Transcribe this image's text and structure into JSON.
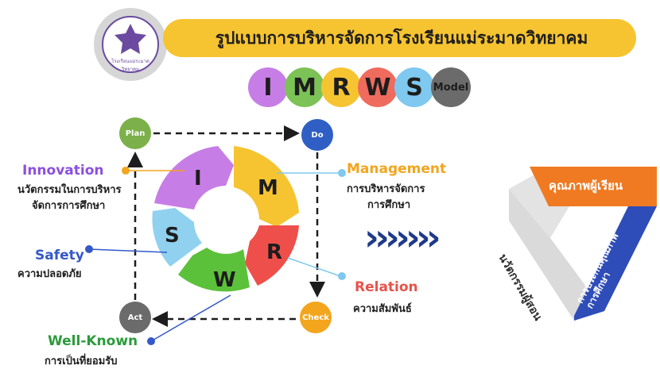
{
  "header": {
    "title": "รูปแบบการบริหารจัดการโรงเรียนแม่ระมาดวิทยาคม",
    "logo_text": "โรงเรียนแม่ระมาดวิทยาคม"
  },
  "model": {
    "letters": [
      {
        "text": "I",
        "color": "#c77de6"
      },
      {
        "text": "M",
        "color": "#f6c431"
      },
      {
        "text": "R",
        "color": "#f6c431"
      },
      {
        "text": "W",
        "color": "#ef6b5e"
      },
      {
        "text": "S",
        "color": "#7fc8ef"
      }
    ],
    "model_label": "Model"
  },
  "pdca": {
    "plan": "Plan",
    "do": "Do",
    "check": "Check",
    "act": "Act"
  },
  "cycle_letters": {
    "i": "I",
    "m": "M",
    "r": "R",
    "w": "W",
    "s": "S"
  },
  "labels": {
    "innovation": {
      "en": "Innovation",
      "th1": "นวัตกรรมในการบริหาร",
      "th2": "จัดการการศึกษา",
      "color": "#8b4fe0"
    },
    "management": {
      "en": "Management",
      "th1": "การบริหารจัดการ",
      "th2": "การศึกษา",
      "color": "#f2a51d"
    },
    "relation": {
      "en": "Relation",
      "th1": "ความสัมพันธ์",
      "color": "#e8524a"
    },
    "safety": {
      "en": "Safety",
      "th1": "ความปลอดภัย",
      "color": "#3458c9"
    },
    "wellknown": {
      "en": "Well-Known",
      "th1": "การเป็นที่ยอมรับ",
      "color": "#2a9b3a"
    }
  },
  "triangle": {
    "top": "คุณภาพผู้เรียน",
    "left": "นวัตกรรมผู้สอน",
    "right": "การประกันคุณภาพ\nการศึกษา"
  },
  "chevrons": "›››››››"
}
